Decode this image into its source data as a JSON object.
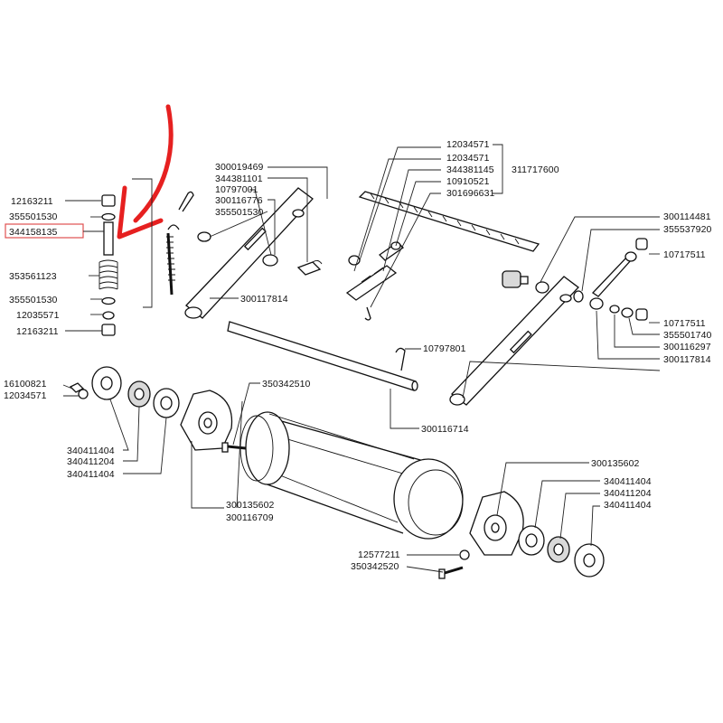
{
  "labels": {
    "left_12163211_a": "12163211",
    "left_355501530_a": "355501530",
    "left_344158135": "344158135",
    "left_353561123": "353561123",
    "left_355501530_b": "355501530",
    "left_12035571": "12035571",
    "left_12163211_b": "12163211",
    "top_300019469": "300019469",
    "top_344381101": "344381101",
    "top_10797001": "10797001",
    "top_300116776": "300116776",
    "top_355501530": "355501530",
    "top_12034571_cut": "12034571",
    "top_12034571": "12034571",
    "top_344381145": "344381145",
    "top_311717600": "311717600",
    "top_10910521": "10910521",
    "top_301696631": "301696631",
    "mid_300117814": "300117814",
    "right_300114481": "300114481",
    "right_355537920": "355537920",
    "right_10717511_a": "10717511",
    "right_10717511_b": "10717511",
    "right_355501740": "355501740",
    "right_300116297": "300116297",
    "right_300117814": "300117814",
    "mid_10797801": "10797801",
    "mid_300116714": "300116714",
    "low_16100821": "16100821",
    "low_12034571": "12034571",
    "low_350342510": "350342510",
    "low_340411404_a": "340411404",
    "low_340411204_a": "340411204",
    "low_340411404_b": "340411404",
    "low_300135602_a": "300135602",
    "low_300116709": "300116709",
    "rlow_300135602": "300135602",
    "rlow_340411404_a": "340411404",
    "rlow_340411204": "340411204",
    "rlow_340411404_b": "340411404",
    "bot_12577211": "12577211",
    "bot_350342520": "350342520"
  },
  "highlight": {
    "part_number": "344158135",
    "box_color": "#e05050",
    "arrow_color": "#e62020"
  }
}
